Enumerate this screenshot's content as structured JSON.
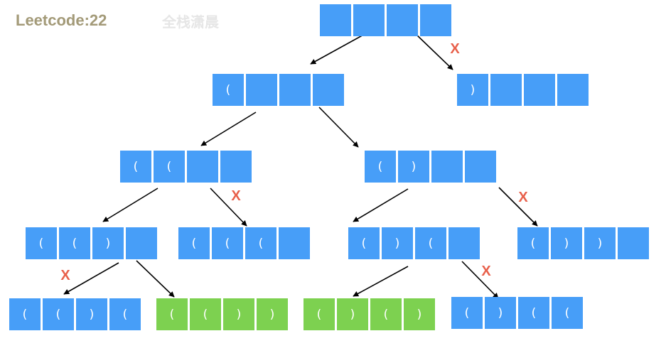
{
  "header": {
    "title": "Leetcode:22",
    "author": "全栈潇晨"
  },
  "colors": {
    "blue": "#479ef8",
    "green": "#7dd150",
    "title": "#a39a78",
    "author": "#e6e6e6",
    "prune": "#e8604b",
    "arrow": "#000000"
  },
  "tree": {
    "nodes": [
      {
        "id": "n-root",
        "cells": [
          "",
          "",
          "",
          ""
        ],
        "status": "partial"
      },
      {
        "id": "n-l1a",
        "cells": [
          "(",
          "",
          "",
          ""
        ],
        "status": "partial"
      },
      {
        "id": "n-l1b",
        "cells": [
          ")",
          "",
          "",
          ""
        ],
        "status": "pruned"
      },
      {
        "id": "n-l2a",
        "cells": [
          "(",
          "(",
          "",
          ""
        ],
        "status": "partial"
      },
      {
        "id": "n-l2b",
        "cells": [
          "(",
          ")",
          "",
          ""
        ],
        "status": "partial"
      },
      {
        "id": "n-l3a",
        "cells": [
          "(",
          "(",
          ")",
          ""
        ],
        "status": "partial"
      },
      {
        "id": "n-l3b",
        "cells": [
          "(",
          "(",
          "(",
          ""
        ],
        "status": "pruned"
      },
      {
        "id": "n-l3c",
        "cells": [
          "(",
          ")",
          "(",
          ""
        ],
        "status": "partial"
      },
      {
        "id": "n-l3d",
        "cells": [
          "(",
          ")",
          ")",
          ""
        ],
        "status": "pruned"
      },
      {
        "id": "n-l4a",
        "cells": [
          "(",
          "(",
          ")",
          "("
        ],
        "status": "pruned"
      },
      {
        "id": "n-l4b",
        "cells": [
          "(",
          "(",
          ")",
          ")"
        ],
        "status": "valid"
      },
      {
        "id": "n-l4c",
        "cells": [
          "(",
          ")",
          "(",
          ")"
        ],
        "status": "valid"
      },
      {
        "id": "n-l4d",
        "cells": [
          "(",
          ")",
          "(",
          "("
        ],
        "status": "pruned"
      }
    ],
    "edges": [
      {
        "from": "n-root",
        "to": "n-l1a",
        "pruned": false
      },
      {
        "from": "n-root",
        "to": "n-l1b",
        "pruned": true,
        "mark": "X"
      },
      {
        "from": "n-l1a",
        "to": "n-l2a",
        "pruned": false
      },
      {
        "from": "n-l1a",
        "to": "n-l2b",
        "pruned": false
      },
      {
        "from": "n-l2a",
        "to": "n-l3a",
        "pruned": false
      },
      {
        "from": "n-l2a",
        "to": "n-l3b",
        "pruned": true,
        "mark": "X"
      },
      {
        "from": "n-l2b",
        "to": "n-l3c",
        "pruned": false
      },
      {
        "from": "n-l2b",
        "to": "n-l3d",
        "pruned": true,
        "mark": "X"
      },
      {
        "from": "n-l3a",
        "to": "n-l4a",
        "pruned": true,
        "mark": "X"
      },
      {
        "from": "n-l3a",
        "to": "n-l4b",
        "pruned": false
      },
      {
        "from": "n-l3c",
        "to": "n-l4c",
        "pruned": false
      },
      {
        "from": "n-l3c",
        "to": "n-l4d",
        "pruned": true,
        "mark": "X"
      }
    ]
  }
}
